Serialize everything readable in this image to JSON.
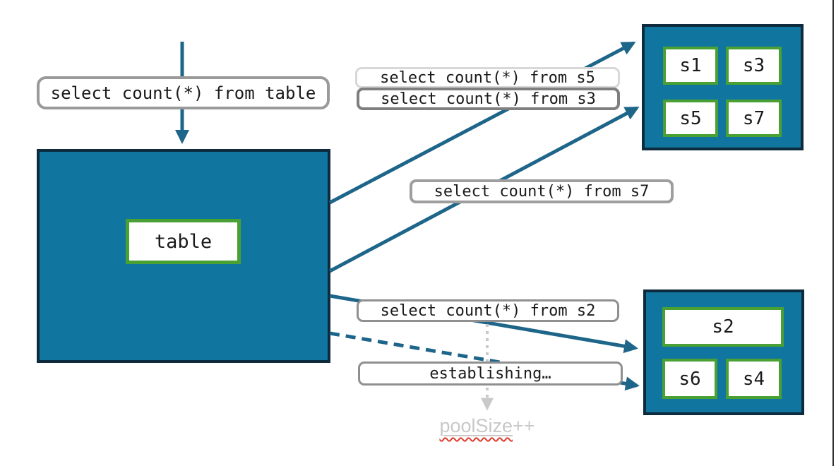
{
  "colors": {
    "teal_fill": "#10759F",
    "dark_border": "#0D2B3D",
    "green_border": "#4AA133",
    "arrow_teal": "#1D6589",
    "label_border_gray": "#8F8F8F",
    "muted_gray": "#C8C8C8",
    "squiggle_red": "#E0392B"
  },
  "queries": {
    "from_table": "select count(*) from table",
    "from_s5": "select count(*) from s5",
    "from_s3": "select count(*) from s3",
    "from_s7": "select count(*) from s7",
    "from_s2": "select count(*) from s2",
    "establishing": "establishing…"
  },
  "table_box": {
    "label": "table"
  },
  "top_shard_group": {
    "shards": [
      "s1",
      "s3",
      "s5",
      "s7"
    ]
  },
  "bottom_shard_group": {
    "wide_shard": "s2",
    "shards": [
      "s6",
      "s4"
    ]
  },
  "pool_note": {
    "base": "poolSize",
    "suffix": "++"
  }
}
